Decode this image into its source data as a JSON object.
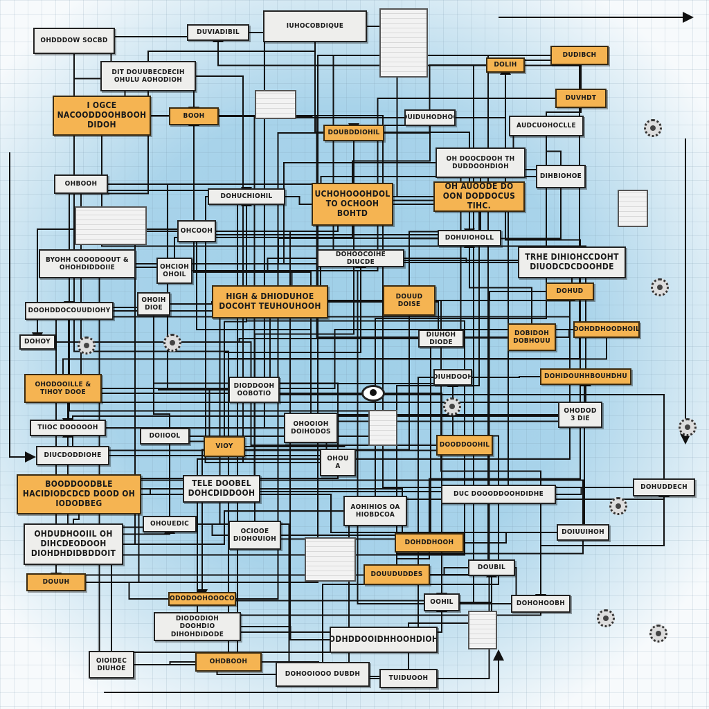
{
  "nodes": [
    {
      "label": "OHDDDOW SOCBD"
    },
    {
      "label": "DUVIADIBIL"
    },
    {
      "label": "IUHOCOBDIQUE"
    },
    {
      "label": "DIT DOUUBECDECIH OHULU AOHODIOH"
    },
    {
      "label": "I OGCE NACOODDOOHBOOH DIDOH"
    },
    {
      "label": "BOOH"
    },
    {
      "label": "DUIDUHODHOC"
    },
    {
      "label": "DOUBDDIOHIL"
    },
    {
      "label": "DOLIH"
    },
    {
      "label": "DUDIBCH"
    },
    {
      "label": "DUVHDT"
    },
    {
      "label": "AUDCUOHOCLLE"
    },
    {
      "label": "OH DOOCDOOH TH DUDDOOHDIOH"
    },
    {
      "label": "DIHBIOHOE"
    },
    {
      "label": "OHBOOH"
    },
    {
      "label": "DOHUCHIOHIL"
    },
    {
      "label": "UCHOHOOOHDOL TO OCHOOH BOHTD"
    },
    {
      "label": "OH AUOODE DO OON DODDOCUS TIHC."
    },
    {
      "label": "OHCOOH"
    },
    {
      "label": "DOHUIOHOLL"
    },
    {
      "label": "BYOHH COOODOOUT & OHOHDIDDOIIE"
    },
    {
      "label": "OHCIOH OHOIL"
    },
    {
      "label": "DOHOOCOIHE DIUCDE"
    },
    {
      "label": "TRHE DIHIOHCCDOHT DIUODCDCDOOHDE"
    },
    {
      "label": "DOOHDDOCOUUDIOHY"
    },
    {
      "label": "OHOIH DIOE"
    },
    {
      "label": "HIGH & DHIODUHOE DOCOHT TEUHOUHOOH"
    },
    {
      "label": "DOUUD DOISE"
    },
    {
      "label": "DOHUD"
    },
    {
      "label": "DOHOY"
    },
    {
      "label": "DIUHOH DIODE"
    },
    {
      "label": "DOBIDOH DOBHOUU"
    },
    {
      "label": "DOHDDHOODHOIL"
    },
    {
      "label": "OHODOOILLE & TIHOY DOOE"
    },
    {
      "label": "DIODDOOH OOBOTIO"
    },
    {
      "label": "DIUHDOOH"
    },
    {
      "label": "DOHIDOUHHBOUHDHU"
    },
    {
      "label": "TIIOC DOOOOOH"
    },
    {
      "label": "OHOOIOH DOIHODOS"
    },
    {
      "label": "OHODOD 3 DIE"
    },
    {
      "label": "DOIIOOL"
    },
    {
      "label": "VIOY"
    },
    {
      "label": "DOODDOOHIL"
    },
    {
      "label": "DIUCDODDIOHE"
    },
    {
      "label": "OHOU A"
    },
    {
      "label": "BOODDOODBLE HACIDIODCDCD DOOD OH IODODBEG"
    },
    {
      "label": "TELE DOOBEL DOHCDIDDOOH"
    },
    {
      "label": "DUC DOOODDOOHDIDHE"
    },
    {
      "label": "DOHUDDECH"
    },
    {
      "label": "AOHIHIOS OA HIOBDCOA"
    },
    {
      "label": "OHDUDHOOIIL OH DIHCDEODOOH DIOHDHDIDBDDOIT"
    },
    {
      "label": "OHOUEDIC"
    },
    {
      "label": "OCIOOE DIOHOUIOH"
    },
    {
      "label": "DOHDDHOOH"
    },
    {
      "label": "DOIUUIHOH"
    },
    {
      "label": "DOUUDUDDES"
    },
    {
      "label": "DOUBIL"
    },
    {
      "label": "DOUUH"
    },
    {
      "label": "DODODOOHOOOCOH"
    },
    {
      "label": "OOHIL"
    },
    {
      "label": "DOHOHOOBH"
    },
    {
      "label": "DIODODIOH DOOHDIO DIHOHDIDODE"
    },
    {
      "label": "ODHDDOOIDHHOOHDIOH"
    },
    {
      "label": "OIOIDEC DIUHOE"
    },
    {
      "label": "DOHOOIOOO DUBDH"
    },
    {
      "label": "TUIDUOOH"
    },
    {
      "label": "OHDBOOH"
    }
  ],
  "colors": {
    "accent": "#f5b452",
    "box": "#eeeeec",
    "line": "#111111",
    "background": "#a8d3ea"
  }
}
